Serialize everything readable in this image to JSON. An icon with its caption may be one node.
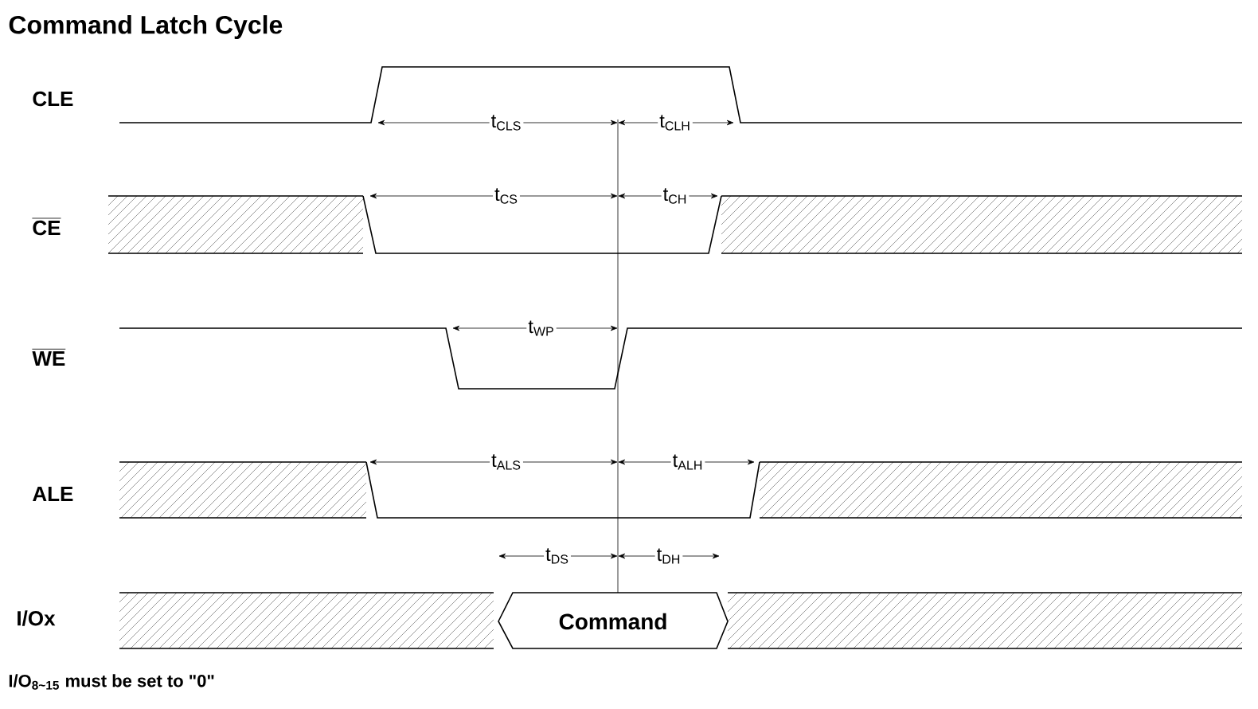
{
  "diagram": {
    "title": "Command Latch Cycle",
    "nodes": [
      {
        "text": [
          "Command"
        ]
      }
    ],
    "labels": [
      "CLE",
      "t$_{CLS}$",
      "t$_{CLH}$",
      "CE",
      "t$_{CS}$",
      "t$_{CH}$",
      "WE",
      "t$_{WP}$",
      "t$_{ALS}$",
      "t$_{ALH}$",
      "ALE",
      "t$_{DS}$",
      "t$_{DH}$",
      "I/Ox",
      "I/O$_{8~15}$ must be set to \"0\""
    ]
  }
}
